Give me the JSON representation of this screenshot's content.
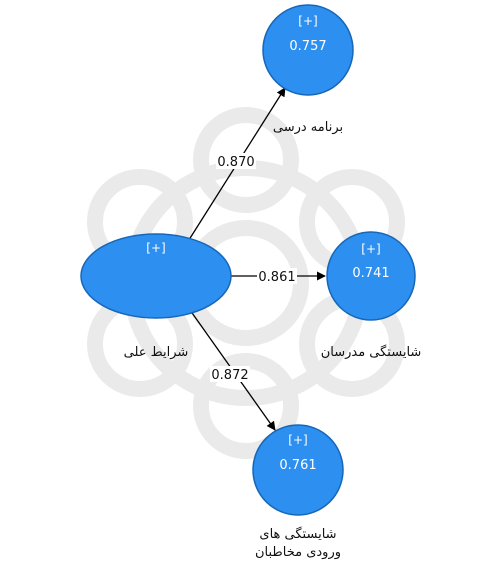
{
  "diagram": {
    "watermark": "decorative-seal",
    "nodes": {
      "causal_conditions": {
        "expand": "[+]",
        "value": "",
        "label_lines": [
          "شرایط علی"
        ]
      },
      "curriculum": {
        "expand": "[+]",
        "value": "0.757",
        "label_lines": [
          "برنامه درسی"
        ]
      },
      "teacher_competence": {
        "expand": "[+]",
        "value": "0.741",
        "label_lines": [
          "شایستگی مدرسان"
        ]
      },
      "entrant_competence": {
        "expand": "[+]",
        "value": "0.761",
        "label_lines": [
          "شایستگی های",
          "ورودی مخاطبان"
        ]
      }
    },
    "paths": {
      "to_curriculum": "0.870",
      "to_teacher_competence": "0.861",
      "to_entrant_competence": "0.872"
    },
    "colors": {
      "node_fill": "#2d8ff0",
      "node_stroke": "#1767b8",
      "arrow": "#000000",
      "watermark": "#d9d9d9"
    }
  }
}
